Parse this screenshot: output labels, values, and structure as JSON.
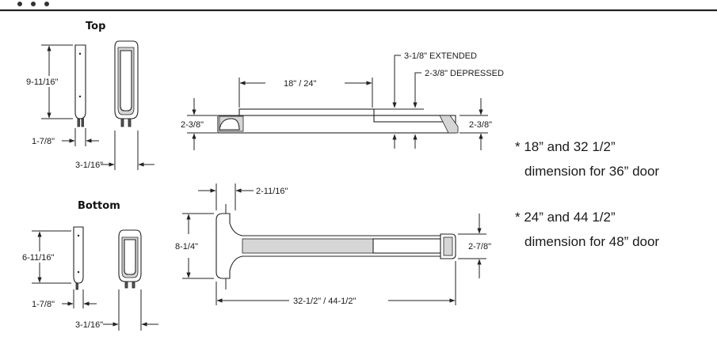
{
  "headers": {
    "top": "Top",
    "bottom": "Bottom"
  },
  "top_side": {
    "height": "9-11/16\"",
    "depth": "1-7/8\"",
    "width": "3-1/16\""
  },
  "bottom_side": {
    "height": "6-11/16\"",
    "depth": "1-7/8\"",
    "width": "3-1/16\""
  },
  "elevation": {
    "bar_length": "18\" / 24\"",
    "extended": "3-1/8\" EXTENDED",
    "depressed": "2-3/8\" DEPRESSED",
    "height_left": "2-3/8\"",
    "height_right": "2-3/8\""
  },
  "plan": {
    "offset": "2-11/16\"",
    "height": "8-1/4\"",
    "end_height": "2-7/8\"",
    "overall": "32-1/2\" / 44-1/2\""
  },
  "notes": {
    "n1_line1": "* 18” and 32 1/2”",
    "n1_line2": "dimension for 36” door",
    "n2_line1": "* 24” and 44 1/2”",
    "n2_line2": "dimension for 48” door"
  }
}
